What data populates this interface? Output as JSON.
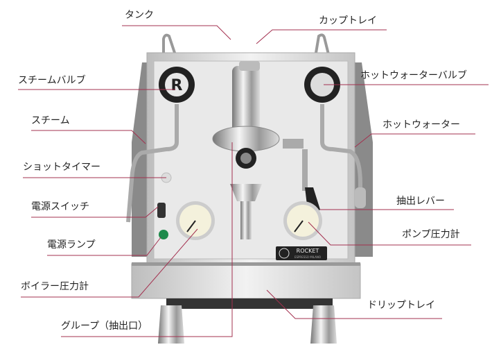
{
  "title_labels": {
    "tank": "タンク",
    "cup_tray": "カップトレイ",
    "steam_valve": "スチームバルブ",
    "hot_water_valve": "ホットウォーターバルブ",
    "steam": "スチーム",
    "hot_water": "ホットウォーター",
    "shot_timer": "ショットタイマー",
    "power_switch": "電源スイッチ",
    "power_lamp": "電源ランプ",
    "boiler_gauge": "ボイラー圧力計",
    "group": "グループ（抽出口）",
    "lever": "抽出レバー",
    "pump_gauge": "ポンプ圧力計",
    "drip_tray": "ドリップトレイ"
  },
  "brand_plate": {
    "brand": "ROCKET",
    "sub": "ESPRESSO MILANO"
  },
  "knob_logo": "R",
  "colors": {
    "leader_line": "#a3304f",
    "text": "#222222"
  }
}
